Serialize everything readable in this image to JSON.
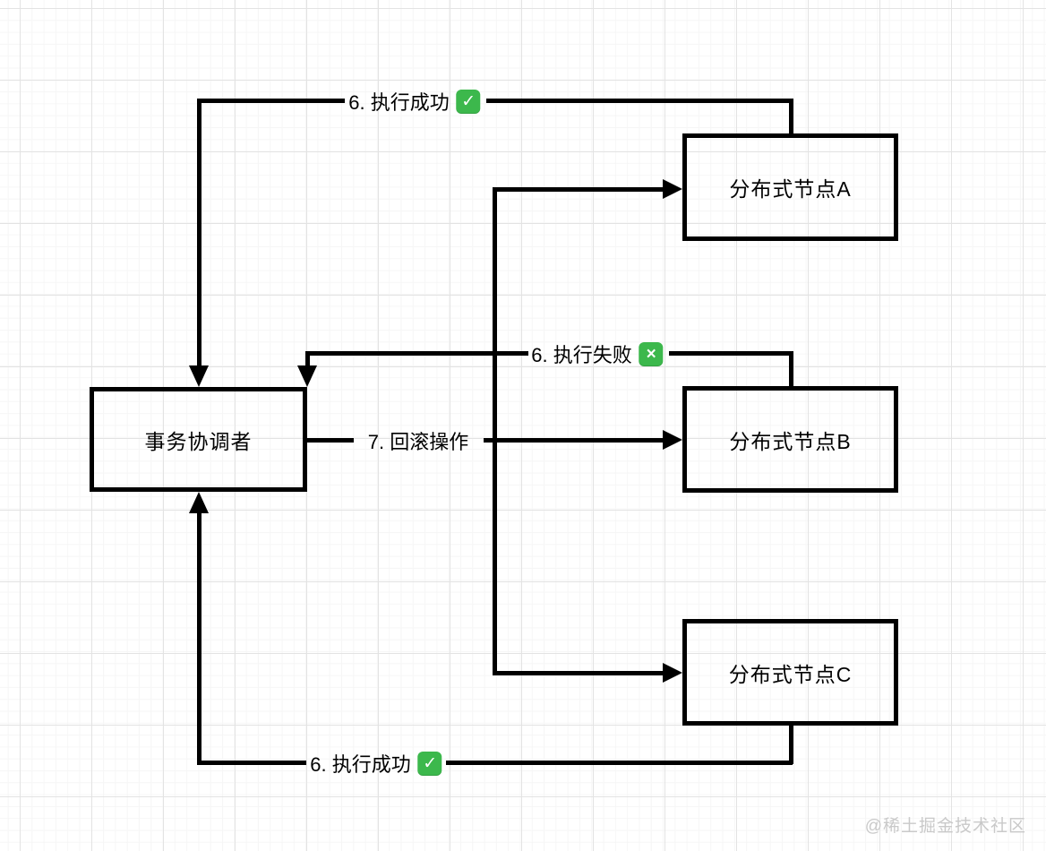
{
  "nodes": [
    {
      "id": "coordinator",
      "label": "事务协调者"
    },
    {
      "id": "node-a",
      "label": "分布式节点A"
    },
    {
      "id": "node-b",
      "label": "分布式节点B"
    },
    {
      "id": "node-c",
      "label": "分布式节点C"
    }
  ],
  "edges": [
    {
      "id": "success-a",
      "label": "6. 执行成功",
      "badge": "check",
      "from": "node-a",
      "to": "coordinator"
    },
    {
      "id": "fail-b",
      "label": "6. 执行失败",
      "badge": "cross",
      "from": "node-b",
      "to": "coordinator"
    },
    {
      "id": "rollback",
      "label": "7. 回滚操作",
      "badge": null,
      "from": "coordinator",
      "to": "node-a,node-b,node-c"
    },
    {
      "id": "success-c",
      "label": "6. 执行成功",
      "badge": "check",
      "from": "node-c",
      "to": "coordinator"
    }
  ],
  "icons": {
    "check": {
      "glyph": "✓",
      "bg": "#3cb84c"
    },
    "cross": {
      "glyph": "×",
      "bg": "#3cb84c"
    }
  },
  "watermark": "@稀土掘金技术社区",
  "colors": {
    "line": "#000000",
    "node_border": "#000000",
    "badge_green": "#3cb84c",
    "grid_major": "#e3e3e3",
    "grid_minor": "#f6f6f6",
    "watermark": "#c9c9c9",
    "background": "#ffffff"
  }
}
